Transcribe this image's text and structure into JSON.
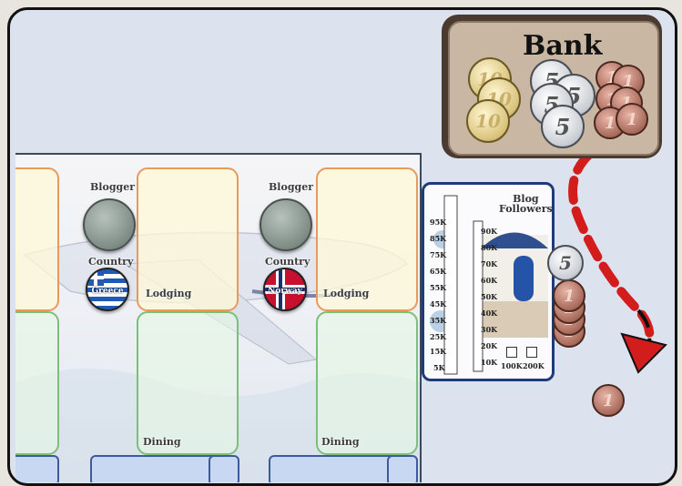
{
  "board": {
    "player1": {
      "blogger_label": "Blogger",
      "country_label": "Country",
      "country_name": "Greece",
      "lodging_label": "Lodging",
      "dining_label": "Dining"
    },
    "player2": {
      "blogger_label": "Blogger",
      "country_label": "Country",
      "country_name": "Norway",
      "lodging_label": "Lodging",
      "dining_label": "Dining"
    }
  },
  "bank": {
    "title": "Bank",
    "coins_10": [
      "10",
      "10",
      "10"
    ],
    "coins_5": [
      "5",
      "5",
      "5",
      "5"
    ],
    "coins_1": [
      "1",
      "1",
      "1",
      "1",
      "1",
      "1"
    ]
  },
  "blog_followers": {
    "title_line1": "Blog",
    "title_line2": "Followers",
    "left_track": [
      "95K",
      "85K",
      "75K",
      "65K",
      "55K",
      "45K",
      "35K",
      "25K",
      "15K",
      "5K"
    ],
    "right_track": [
      "90K",
      "80K",
      "70K",
      "60K",
      "50K",
      "40K",
      "30K",
      "20K",
      "10K"
    ],
    "bonus": [
      "100K",
      "200K"
    ]
  },
  "moving_stack": {
    "top_coin": "5",
    "coins": [
      "1",
      "1",
      "1",
      "1"
    ]
  },
  "single_coin": "1",
  "colors": {
    "arrow": "#d31d1d",
    "frame": "#111111",
    "blog_border": "#1d3c78"
  }
}
